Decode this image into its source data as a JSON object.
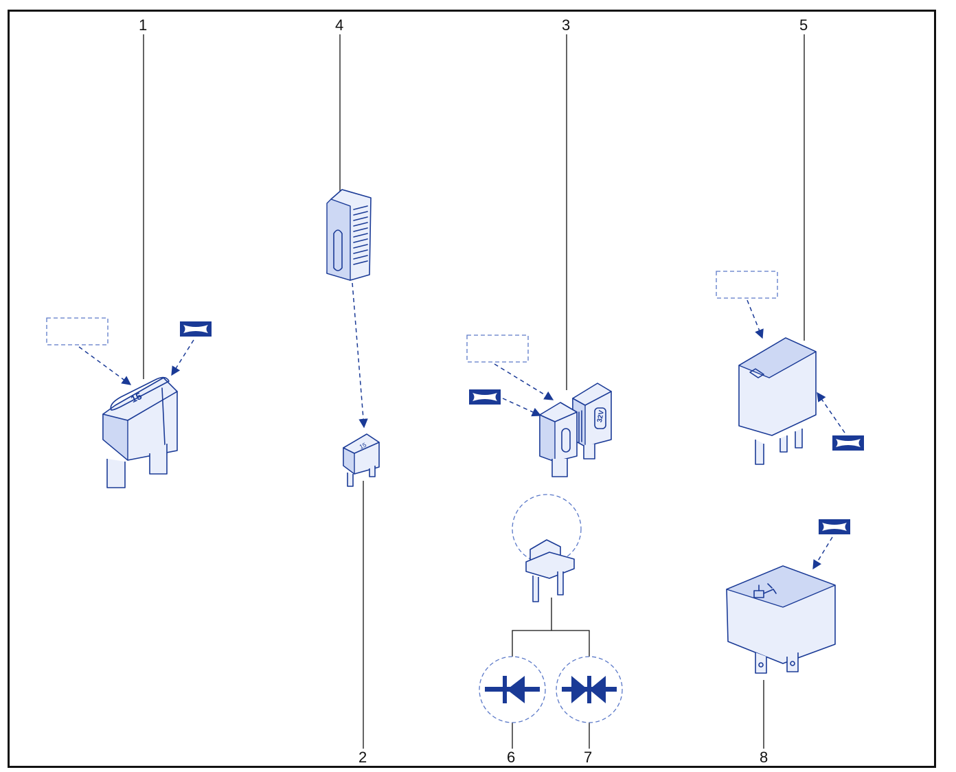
{
  "diagram": {
    "callouts": {
      "c1": "1",
      "c2": "2",
      "c3": "3",
      "c4": "4",
      "c5": "5",
      "c6": "6",
      "c7": "7",
      "c8": "8"
    },
    "fuse_labels": {
      "maxi_fuse": "15",
      "mini_fuse": "15",
      "fuse_32v": "32V"
    },
    "colors": {
      "ink": "#1a3a96",
      "frame": "#111111",
      "background": "#ffffff"
    }
  }
}
